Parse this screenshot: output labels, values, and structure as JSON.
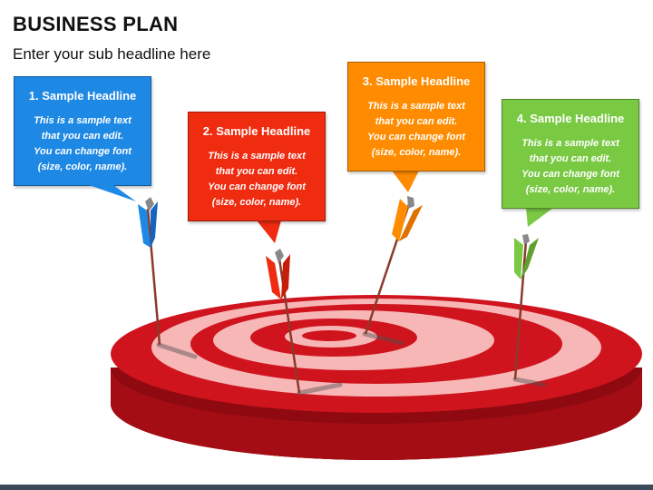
{
  "header": {
    "title": "BUSINESS PLAN",
    "subtitle": "Enter your sub headline here"
  },
  "callouts": [
    {
      "heading": "1. Sample Headline",
      "lines": [
        "This is a sample text",
        "that you can edit.",
        "You can change font",
        "(size, color, name)."
      ],
      "color": "#1e88e5"
    },
    {
      "heading": "2. Sample Headline",
      "lines": [
        "This is a sample text",
        "that you can edit.",
        "You can change font",
        "(size, color, name)."
      ],
      "color": "#ef2b10"
    },
    {
      "heading": "3. Sample Headline",
      "lines": [
        "This is a sample text",
        "that you can edit.",
        "You can change font",
        "(size, color, name)."
      ],
      "color": "#ff8c00"
    },
    {
      "heading": "4. Sample Headline",
      "lines": [
        "This is a sample text",
        "that you can edit.",
        "You can change font",
        "(size, color, name)."
      ],
      "color": "#7ac943"
    }
  ],
  "colors": {
    "target_red": "#d0141e",
    "target_dark": "#8e0a10",
    "target_pink": "#f7b7b7",
    "arrow_shaft": "#8b3a2a",
    "footer": "#3b4a5a"
  }
}
